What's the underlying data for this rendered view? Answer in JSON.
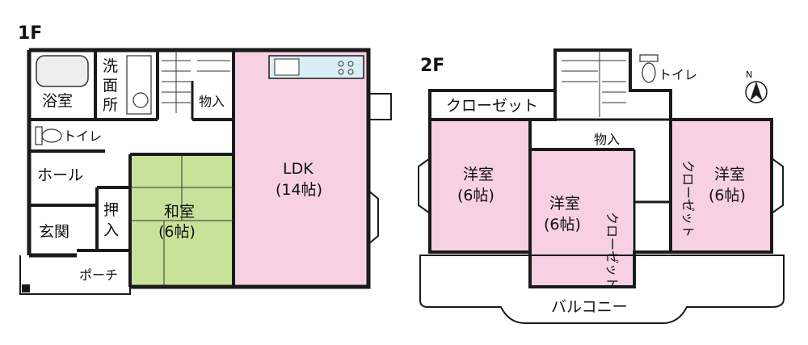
{
  "floor1": {
    "title": "1F",
    "rooms": {
      "bath": "浴室",
      "washroom": "洗面所",
      "storage_stairs": "物入",
      "toilet": "トイレ",
      "hall": "ホール",
      "entrance": "玄関",
      "closet_oshiire": "押入",
      "porch": "ポーチ",
      "washitsu": "和室",
      "washitsu_size": "(6帖)",
      "ldk": "LDK",
      "ldk_size": "(14帖)"
    }
  },
  "floor2": {
    "title": "2F",
    "rooms": {
      "closet_top": "クローゼット",
      "toilet": "トイレ",
      "storage": "物入",
      "western_left": "洋室",
      "western_left_size": "(6帖)",
      "western_mid": "洋室",
      "western_mid_size": "(6帖)",
      "western_right": "洋室",
      "western_right_size": "(6帖)",
      "closet_mid": "クローゼット",
      "closet_right": "クローゼット",
      "balcony": "バルコニー"
    }
  },
  "compass": {
    "label": "N"
  },
  "colors": {
    "wall": "#1a1a1a",
    "washitsu_fill": "#c8e29a",
    "room_fill": "#f7d0e3",
    "bath_fill": "#eeeeee"
  }
}
